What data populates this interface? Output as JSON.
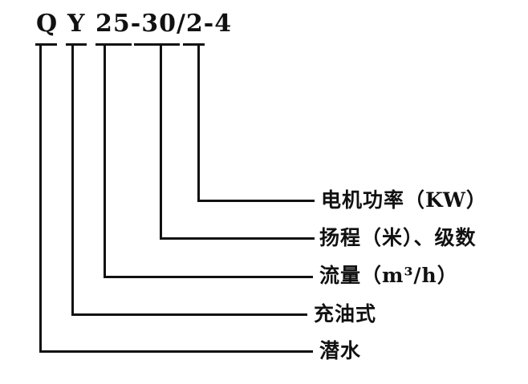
{
  "diagram": {
    "model_code": {
      "full": "Q Y 25-30/2-4",
      "part_q": "Q",
      "part_y": "Y",
      "part_numbers": "25-30/2-4"
    },
    "annotations": [
      {
        "code_ref": "4",
        "label": "电机功率（KW）"
      },
      {
        "code_ref": "30/2",
        "label": "扬程（米）、级数"
      },
      {
        "code_ref": "25",
        "label": "流量（m³/h）"
      },
      {
        "code_ref": "Y",
        "label": "充油式"
      },
      {
        "code_ref": "Q",
        "label": "潜水"
      }
    ]
  },
  "colors": {
    "line": "#111111",
    "text": "#111111",
    "background": "#ffffff"
  }
}
